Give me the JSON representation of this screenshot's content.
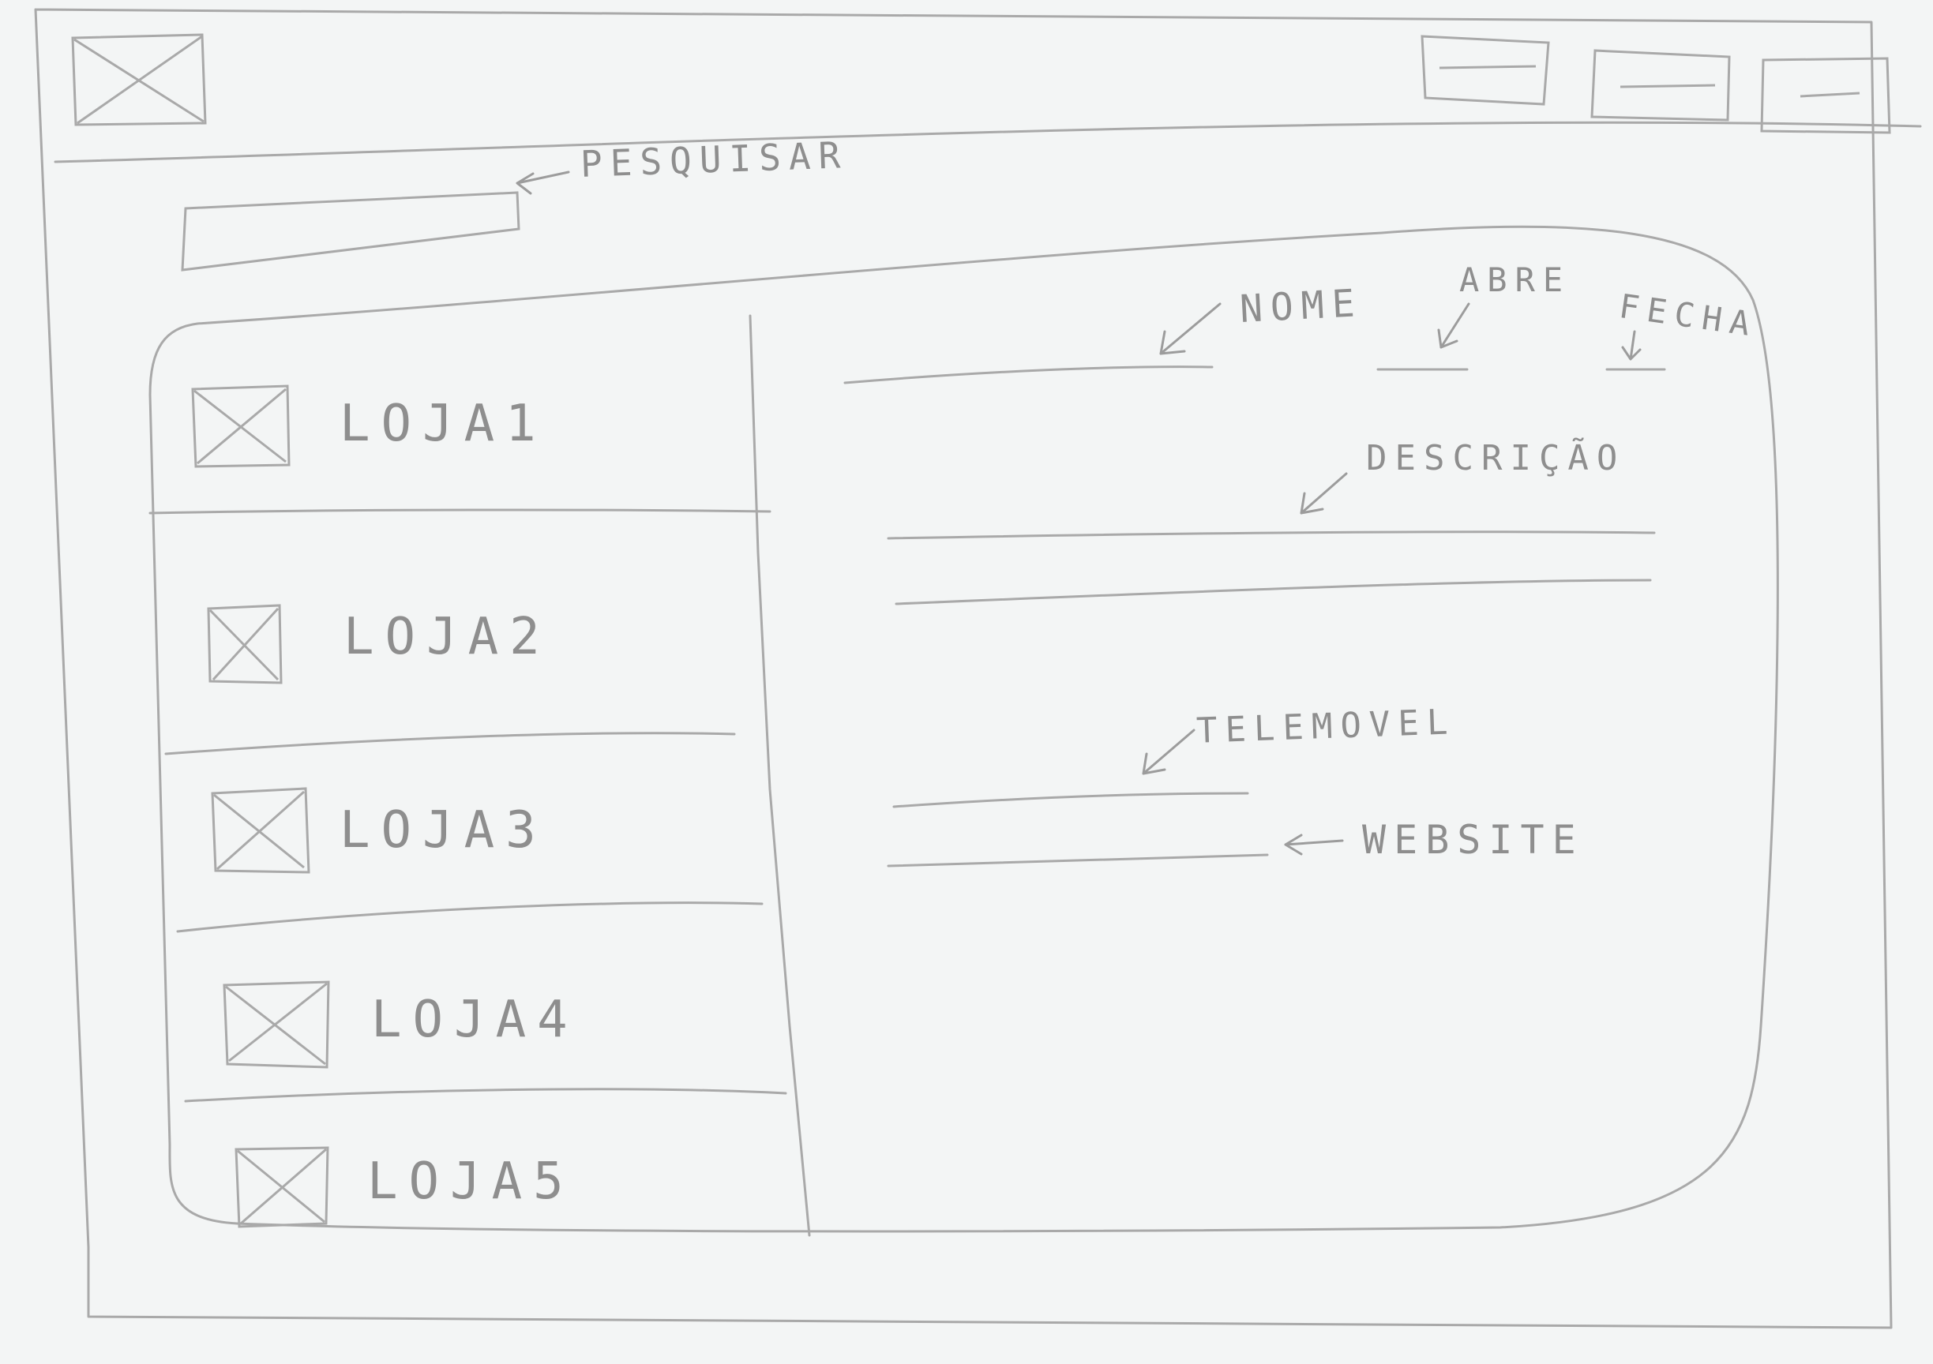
{
  "header": {
    "search_annotation": "PESQUISAR"
  },
  "stores": [
    {
      "label": "LOJA1"
    },
    {
      "label": "LOJA2"
    },
    {
      "label": "LOJA3"
    },
    {
      "label": "LOJA4"
    },
    {
      "label": "LOJA5"
    }
  ],
  "details": {
    "name_label": "NOME",
    "opens_label": "ABRE",
    "closes_label": "FECHA",
    "description_label": "DESCRIÇÃO",
    "phone_label": "TELEMOVEL",
    "website_label": "WEBSITE"
  },
  "colors": {
    "paper": "#f3f5f5",
    "pencil": "#a8a8a8"
  }
}
